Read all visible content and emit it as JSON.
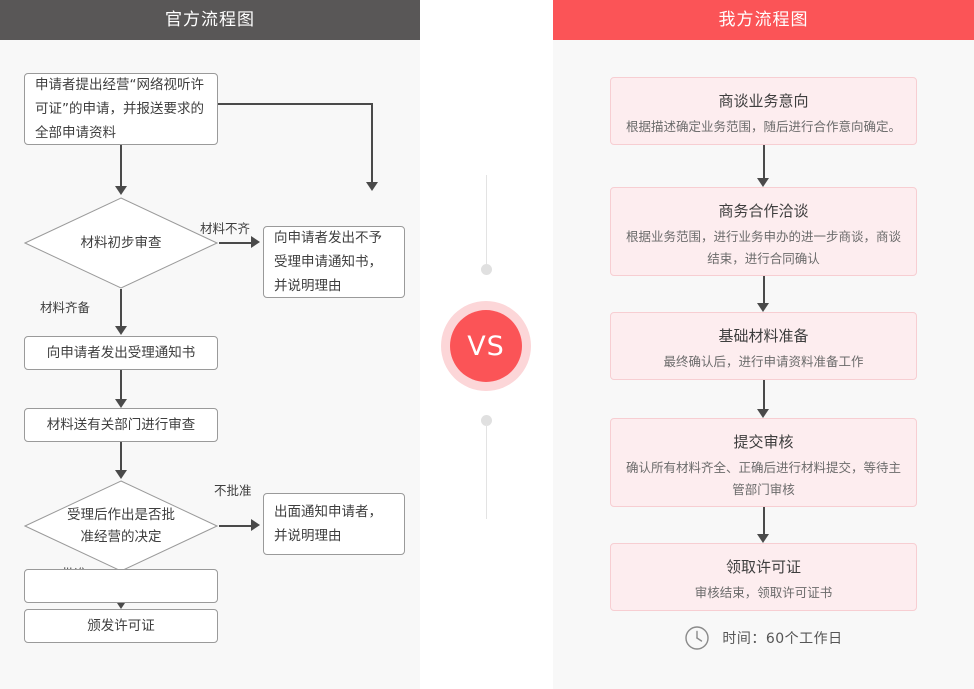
{
  "panels": {
    "left": {
      "header": "官方流程图",
      "header_color": "#595757",
      "nodes": [
        {
          "id": "apply",
          "text": "申请者提出经营“网络视听许可证”的申请，并报送要求的全部申请资料"
        },
        {
          "id": "review1",
          "text": "材料初步审查"
        },
        {
          "id": "reject1",
          "text": "向申请者发出不予受理申请通知书，并说明理由"
        },
        {
          "id": "accept",
          "text": "向申请者发出受理通知书"
        },
        {
          "id": "dept",
          "text": "材料送有关部门进行审查"
        },
        {
          "id": "decision",
          "text": "受理后作出是否批准经营的决定"
        },
        {
          "id": "reject2",
          "text": "出面通知申请者，并说明理由"
        },
        {
          "id": "issue",
          "text": "颁发许可证"
        }
      ],
      "edge_labels": {
        "incomplete": "材料不齐",
        "complete": "材料齐备",
        "not_approved": "不批准",
        "approved": "批准"
      }
    },
    "right": {
      "header": "我方流程图",
      "header_color": "#fb5457",
      "cards": [
        {
          "title": "商谈业务意向",
          "desc": "根据描述确定业务范围，随后进行合作意向确定。"
        },
        {
          "title": "商务合作洽谈",
          "desc": "根据业务范围，进行业务申办的进一步商谈，商谈结束，进行合同确认"
        },
        {
          "title": "基础材料准备",
          "desc": "最终确认后，进行申请资料准备工作"
        },
        {
          "title": "提交审核",
          "desc": "确认所有材料齐全、正确后进行材料提交，等待主管部门审核"
        },
        {
          "title": "领取许可证",
          "desc": "审核结束，领取许可证书"
        }
      ],
      "footer": {
        "icon": "clock-icon",
        "text": "时间：60个工作日"
      }
    }
  },
  "center": {
    "vs_label": "VS",
    "ring_color": "#fcd6d8",
    "core_color": "#fb5457"
  }
}
